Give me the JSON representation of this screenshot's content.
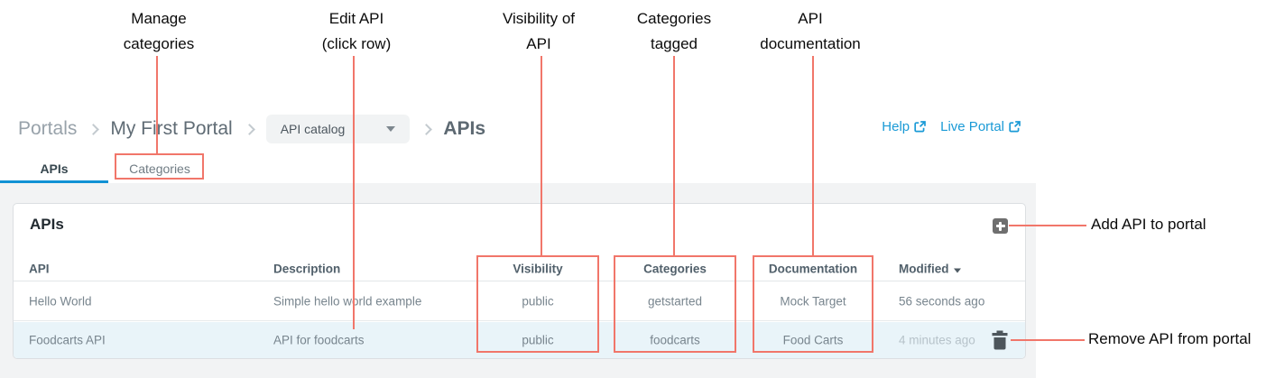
{
  "annotations": {
    "top": [
      {
        "line1": "Manage",
        "line2": "categories"
      },
      {
        "line1": "Edit API",
        "line2": "(click row)"
      },
      {
        "line1": "Visibility of",
        "line2": "API"
      },
      {
        "line1": "Categories",
        "line2": "tagged"
      },
      {
        "line1": "API",
        "line2": "documentation"
      }
    ],
    "right": [
      {
        "label": "Add API to portal"
      },
      {
        "label": "Remove API from portal"
      }
    ]
  },
  "breadcrumb": {
    "root": "Portals",
    "portal": "My First Portal",
    "dropdown_value": "API catalog",
    "current": "APIs"
  },
  "header_links": {
    "help": "Help",
    "live_portal": "Live Portal"
  },
  "tabs": [
    {
      "label": "APIs",
      "active": true
    },
    {
      "label": "Categories",
      "active": false
    }
  ],
  "panel": {
    "title": "APIs"
  },
  "table": {
    "columns": [
      "API",
      "Description",
      "Visibility",
      "Categories",
      "Documentation",
      "Modified"
    ],
    "sort_column": "Modified",
    "sort_direction": "desc",
    "rows": [
      {
        "api": "Hello World",
        "description": "Simple hello world example",
        "visibility": "public",
        "categories": "getstarted",
        "documentation": "Mock Target",
        "modified": "56 seconds ago",
        "highlighted": false
      },
      {
        "api": "Foodcarts API",
        "description": "API for foodcarts",
        "visibility": "public",
        "categories": "foodcarts",
        "documentation": "Food Carts",
        "modified": "4 minutes ago",
        "highlighted": true
      }
    ]
  },
  "colors": {
    "accent_blue": "#1a9ad6",
    "tab_underline": "#1191d4",
    "annotation_red": "#f1766a",
    "row_highlight": "#e9f4f9",
    "content_bg": "#f2f3f4",
    "panel_border": "#dcdfe2",
    "chip_bg": "#f1f3f4",
    "cell_text": "#78858e",
    "header_text": "#51606b",
    "faded_text": "#b7c3ca",
    "icon_gray": "#6f6f6f",
    "trash_gray": "#4d565c"
  }
}
